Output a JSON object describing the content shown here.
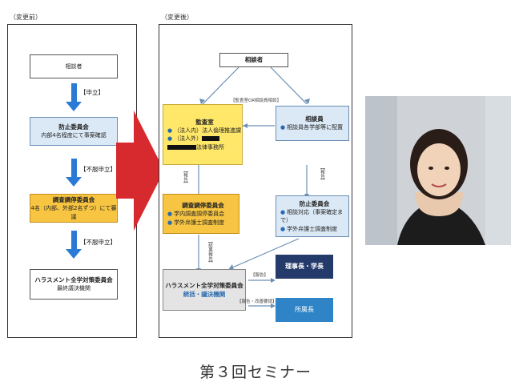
{
  "left": {
    "tag": "（変更前）",
    "box1": "相談者",
    "arrow1": "【申立】",
    "box2_title": "防止委員会",
    "box2_sub": "内部4名程度にて事案確認",
    "arrow2": "【不服申立】",
    "box3_title": "調査調停委員会",
    "box3_sub": "4名（内部、外部2名ずつ）にて審議",
    "arrow3": "【不服申立】",
    "box4_title": "ハラスメント全学対策委員会",
    "box4_sub": "最終議決機関"
  },
  "right": {
    "tag": "（変更後）",
    "consultant": "相談者",
    "route_label": "【監査室OR相談員相談】",
    "audit_title": "監査室",
    "audit_l1": "（法人内）法人倫理推進課",
    "audit_l2": "（法人外）",
    "audit_l3": "法律事務所",
    "counselor_title": "相談員",
    "counselor_l1": "相談員各学部等に配置",
    "report": "【報告】",
    "survey_title": "調査調停委員会",
    "survey_l1": "学内調査調停委員会",
    "survey_l2": "学外弁護士調査制度",
    "prevent_title": "防止委員会",
    "prevent_l1": "相談対応（事案確定まで）",
    "prevent_l2": "学外弁護士調査制度",
    "hq_title": "ハラスメント全学対策委員会",
    "hq_sub": "統括・議決機関",
    "result_report": "【結果報告】",
    "report_bottom": "【報告】",
    "report_bottom2": "【報告・改善要請】",
    "chairman": "理事長・学長",
    "dept_head": "所属長",
    "report_side": "【報告】"
  },
  "caption": "第３回セミナー",
  "colors": {
    "arrow_blue": "#2b7bd6",
    "big_arrow_red": "#d62a2f",
    "audit_yellow": "#f7c542"
  }
}
